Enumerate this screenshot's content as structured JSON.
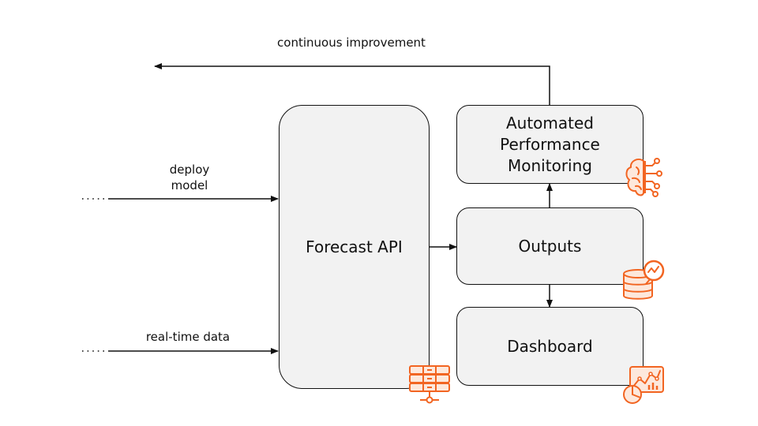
{
  "diagram": {
    "nodes": {
      "forecast_api": "Forecast API",
      "monitoring": "Automated\nPerformance\nMonitoring",
      "outputs": "Outputs",
      "dashboard": "Dashboard"
    },
    "edge_labels": {
      "continuous_improvement": "continuous improvement",
      "deploy_model": "deploy\nmodel",
      "real_time_data": "real-time data"
    },
    "icons": {
      "forecast_api": "server-rack-icon",
      "monitoring": "brain-circuit-icon",
      "outputs": "database-search-icon",
      "dashboard": "analytics-chart-icon"
    },
    "colors": {
      "box_fill": "#f2f2f2",
      "stroke": "#111111",
      "accent": "#f26522"
    }
  }
}
